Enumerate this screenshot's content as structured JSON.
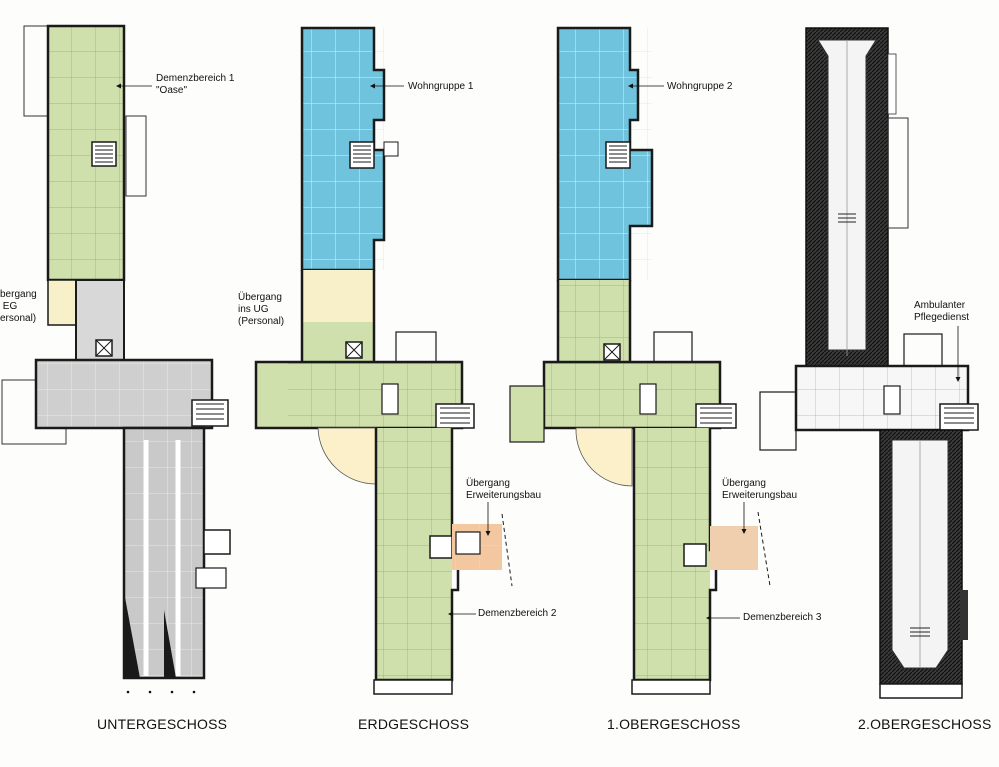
{
  "colors": {
    "green_zone": "#cfe0ad",
    "blue_zone": "#6fc3dc",
    "gray_zone": "#c9c9c9",
    "yellow_zone": "#f7f0c8",
    "orange_zone": "#f3c7a0",
    "walls": "#1a1a1a",
    "roof_hatch": "#2b2b2b"
  },
  "floors": [
    {
      "id": "untergeschoss",
      "title": "UNTERGESCHOSS",
      "labels": {
        "demenz": "Demenzbereich 1\n\"Oase\"",
        "uebergang": "bergang\n EG\nersonal)"
      }
    },
    {
      "id": "erdgeschoss",
      "title": "ERDGESCHOSS",
      "labels": {
        "wohngruppe": "Wohngruppe 1",
        "uebergang_ug": "Übergang\nins UG\n(Personal)",
        "erweiterung": "Übergang\nErweiterungsbau",
        "demenz": "Demenzbereich 2"
      }
    },
    {
      "id": "obergeschoss1",
      "title": "1.OBERGESCHOSS",
      "labels": {
        "wohngruppe": "Wohngruppe 2",
        "erweiterung": "Übergang\nErweiterungsbau",
        "demenz": "Demenzbereich 3"
      }
    },
    {
      "id": "obergeschoss2",
      "title": "2.OBERGESCHOSS",
      "labels": {
        "pflege": "Ambulanter\nPflegedienst"
      }
    }
  ]
}
